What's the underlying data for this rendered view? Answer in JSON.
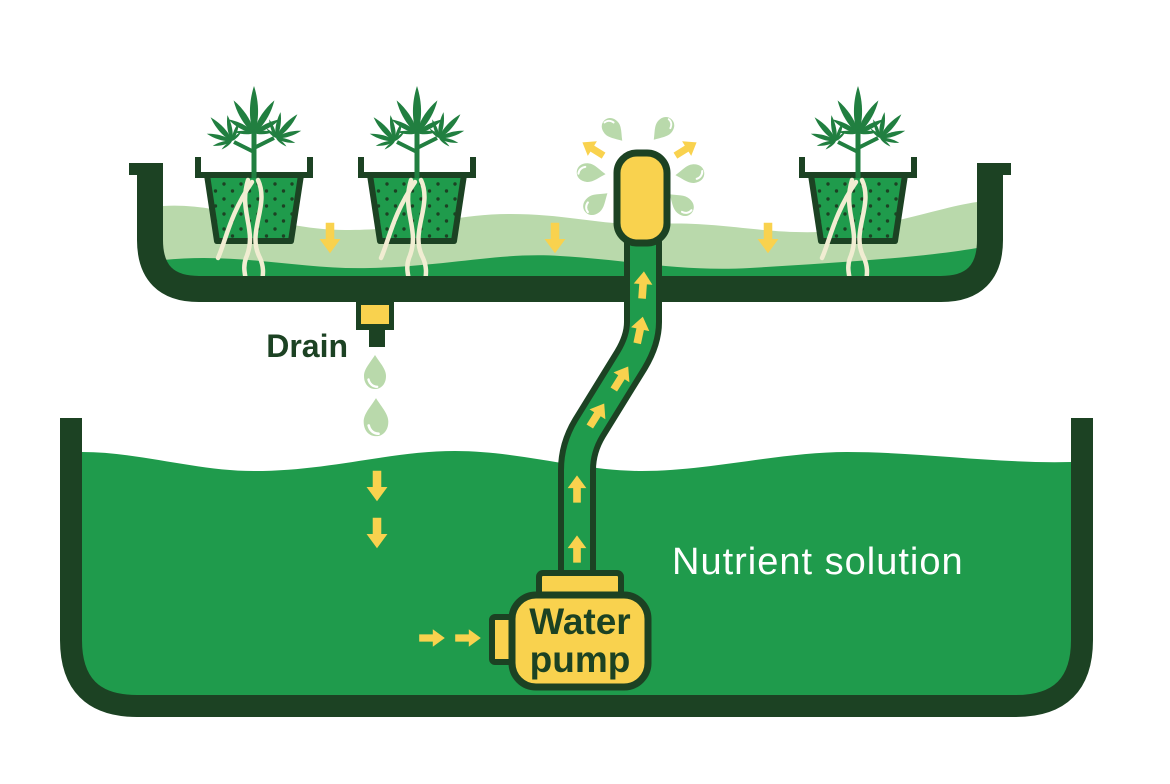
{
  "labels": {
    "drain": "Drain",
    "pump_line1": "Water",
    "pump_line2": "pump",
    "reservoir": "Nutrient solution"
  },
  "palette": {
    "outline_dark_green": "#1c4223",
    "water_green": "#1f9b4c",
    "leaf_green": "#217f40",
    "light_green": "#b9d9ab",
    "accent_yellow": "#f9d24e",
    "root_cream": "#f1edd2",
    "background": "#ffffff"
  },
  "icons": {
    "plant": "cannabis-plant-icon",
    "pot": "grow-pot-icon",
    "droplet": "water-drop-icon",
    "arrow_down": "flow-arrow-down",
    "arrow_up": "flow-arrow-up",
    "arrow_right": "flow-arrow-right",
    "sprinkler": "fountain-head-icon",
    "pump": "water-pump-icon",
    "drain_fitting": "drain-valve-icon"
  }
}
